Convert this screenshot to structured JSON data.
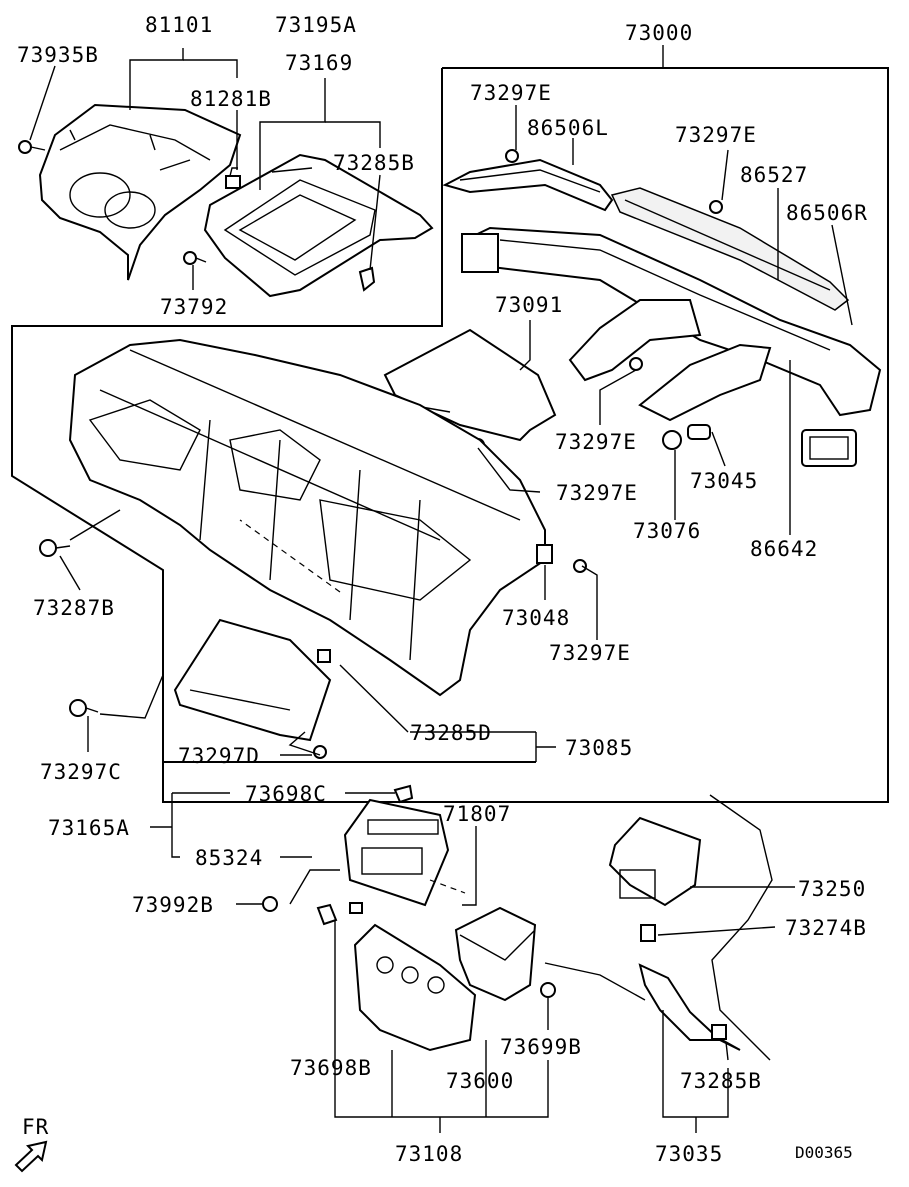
{
  "diagram_code": "D00365",
  "direction_label": "FR",
  "parts": {
    "p81101": "81101",
    "p73195A": "73195A",
    "p73935B": "73935B",
    "p73169": "73169",
    "p81281B": "81281B",
    "p73285B_top": "73285B",
    "p73792": "73792",
    "p73000": "73000",
    "p73297E_a": "73297E",
    "p86506L": "86506L",
    "p73297E_b": "73297E",
    "p86527": "86527",
    "p86506R": "86506R",
    "p73091": "73091",
    "p73297E_c": "73297E",
    "p73045": "73045",
    "p73297E_d": "73297E",
    "p73076": "73076",
    "p86642": "86642",
    "p73287B": "73287B",
    "p73048": "73048",
    "p73297E_e": "73297E",
    "p73297C": "73297C",
    "p73285D": "73285D",
    "p73085": "73085",
    "p73297D": "73297D",
    "p73698C": "73698C",
    "p73165A": "73165A",
    "p71807": "71807",
    "p85324": "85324",
    "p73250": "73250",
    "p73992B": "73992B",
    "p73274B": "73274B",
    "p73699B": "73699B",
    "p73698B": "73698B",
    "p73600": "73600",
    "p73285B_bot": "73285B",
    "p73108": "73108",
    "p73035": "73035"
  }
}
